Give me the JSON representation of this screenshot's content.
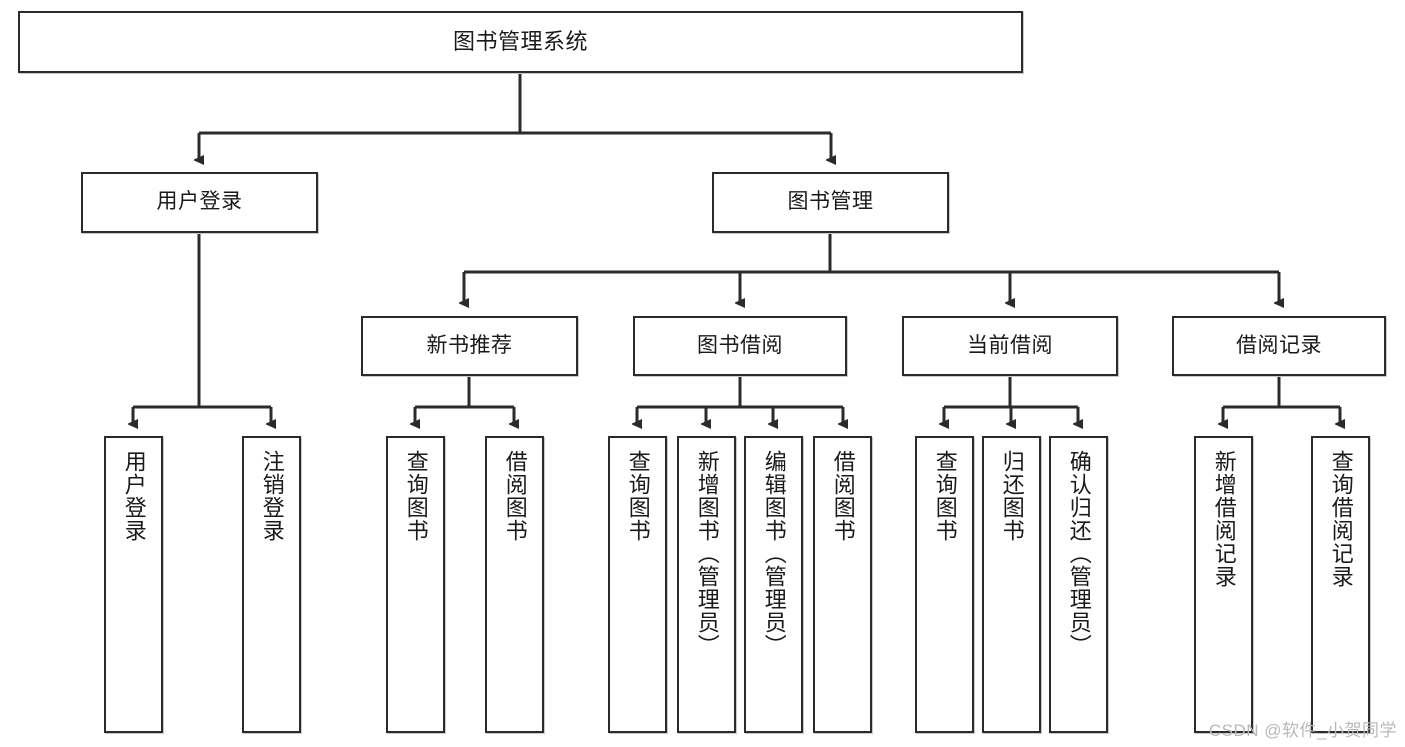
{
  "diagram": {
    "type": "tree",
    "title": "图书管理系统",
    "root": {
      "id": "root",
      "label": "图书管理系统"
    },
    "level2": [
      {
        "id": "user-login",
        "label": "用户登录"
      },
      {
        "id": "book-manage",
        "label": "图书管理"
      }
    ],
    "level3": [
      {
        "id": "new-book-recommend",
        "label": "新书推荐"
      },
      {
        "id": "book-borrow",
        "label": "图书借阅"
      },
      {
        "id": "current-borrow",
        "label": "当前借阅"
      },
      {
        "id": "borrow-record",
        "label": "借阅记录"
      }
    ],
    "leaves": {
      "user_login": [
        {
          "id": "leaf-user-login",
          "label": "用户登录"
        },
        {
          "id": "leaf-logout-login",
          "label": "注销登录"
        }
      ],
      "new_book_recommend": [
        {
          "id": "leaf-query-book-1",
          "label": "查询图书"
        },
        {
          "id": "leaf-borrow-book-1",
          "label": "借阅图书"
        }
      ],
      "book_borrow": [
        {
          "id": "leaf-query-book-2",
          "label": "查询图书"
        },
        {
          "id": "leaf-add-book",
          "label": "新增图书（管理员）"
        },
        {
          "id": "leaf-edit-book",
          "label": "编辑图书（管理员）"
        },
        {
          "id": "leaf-borrow-book-2",
          "label": "借阅图书"
        }
      ],
      "current_borrow": [
        {
          "id": "leaf-query-book-3",
          "label": "查询图书"
        },
        {
          "id": "leaf-return-book",
          "label": "归还图书"
        },
        {
          "id": "leaf-confirm-return",
          "label": "确认归还（管理员）"
        }
      ],
      "borrow_record": [
        {
          "id": "leaf-add-record",
          "label": "新增借阅记录"
        },
        {
          "id": "leaf-query-record",
          "label": "查询借阅记录"
        }
      ]
    },
    "colors": {
      "border": "#2b2b2b",
      "fill": "#ffffff",
      "text": "#1a1a1a",
      "edge": "#2b2b2b",
      "watermark": "#b9b9b9"
    }
  },
  "watermark": {
    "text": "CSDN @软件_小贺同学"
  }
}
